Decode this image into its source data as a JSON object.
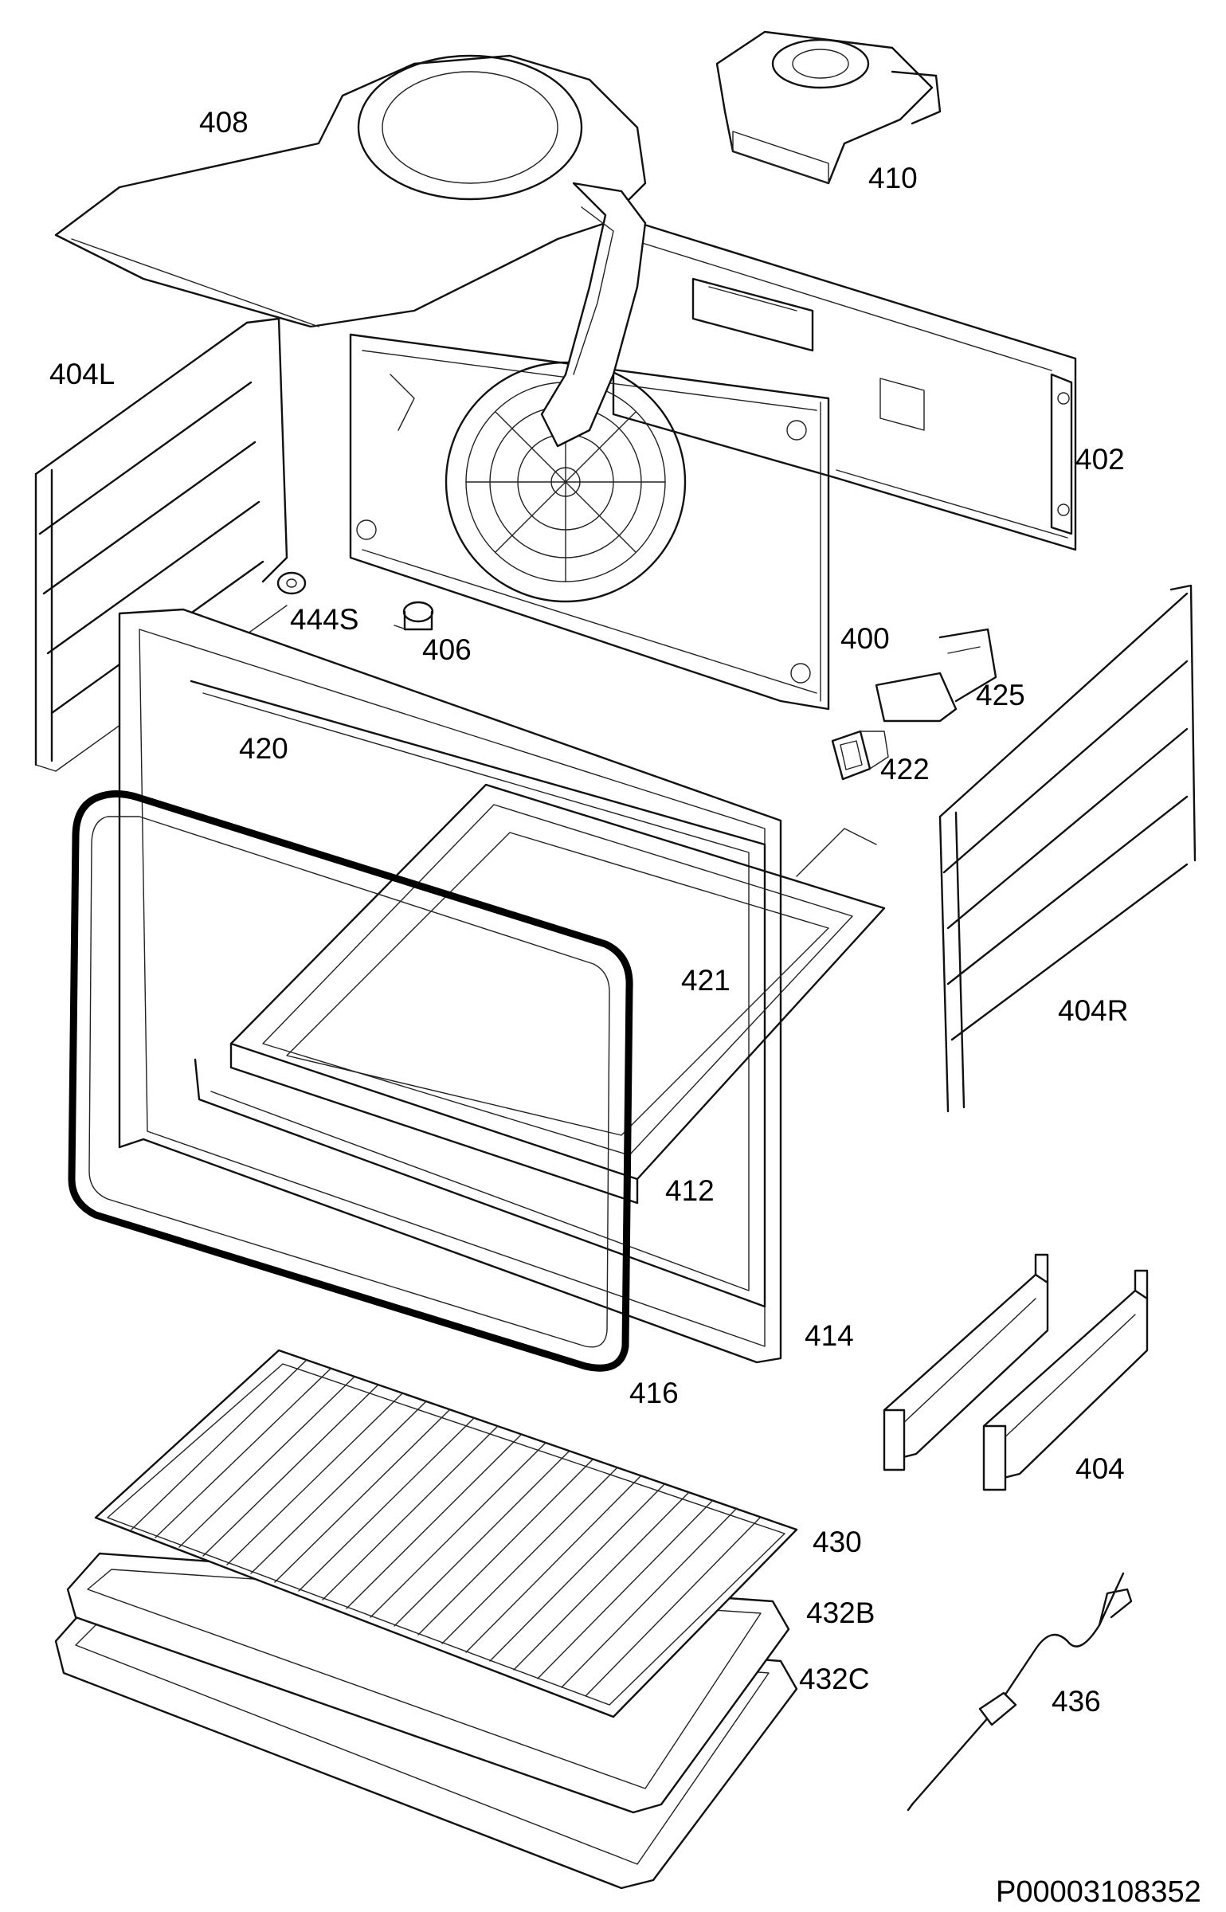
{
  "diagram": {
    "callouts": [
      {
        "id": "408",
        "text": "408"
      },
      {
        "id": "410",
        "text": "410"
      },
      {
        "id": "404L",
        "text": "404L"
      },
      {
        "id": "402",
        "text": "402"
      },
      {
        "id": "444S",
        "text": "444S"
      },
      {
        "id": "406",
        "text": "406"
      },
      {
        "id": "400",
        "text": "400"
      },
      {
        "id": "425",
        "text": "425"
      },
      {
        "id": "420",
        "text": "420"
      },
      {
        "id": "422",
        "text": "422"
      },
      {
        "id": "421",
        "text": "421"
      },
      {
        "id": "404R",
        "text": "404R"
      },
      {
        "id": "412",
        "text": "412"
      },
      {
        "id": "414",
        "text": "414"
      },
      {
        "id": "416",
        "text": "416"
      },
      {
        "id": "404",
        "text": "404"
      },
      {
        "id": "430",
        "text": "430"
      },
      {
        "id": "432B",
        "text": "432B"
      },
      {
        "id": "432C",
        "text": "432C"
      },
      {
        "id": "436",
        "text": "436"
      }
    ],
    "document_id": "P00003108352"
  }
}
